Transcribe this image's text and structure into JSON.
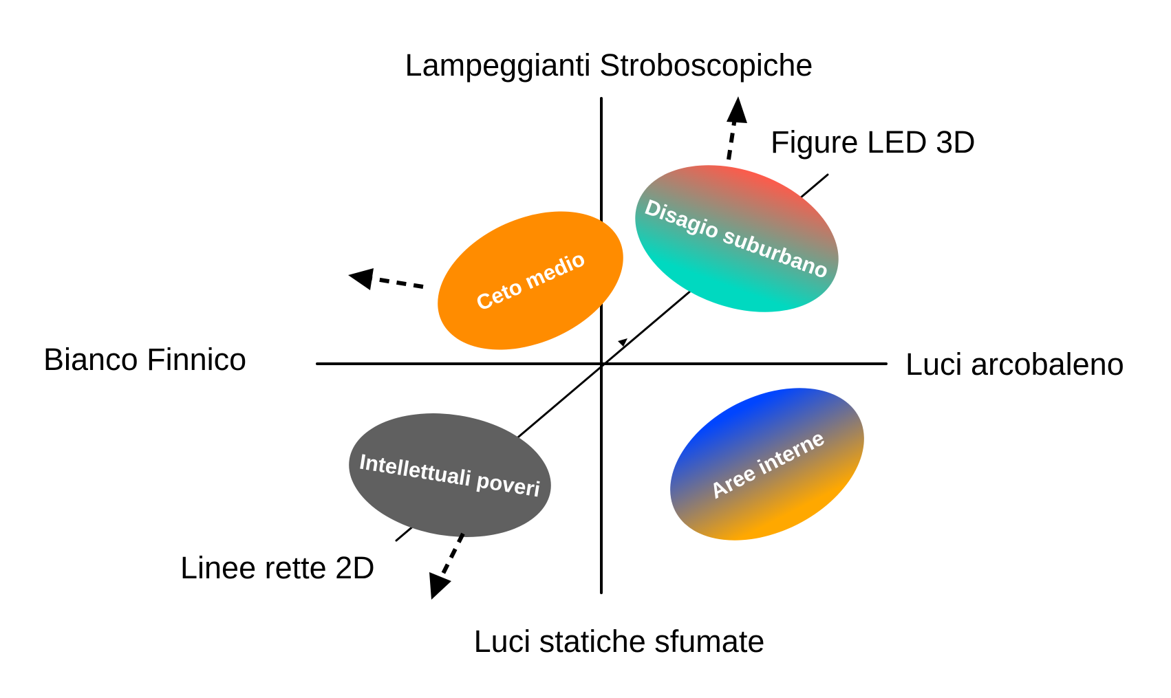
{
  "axes": {
    "top_label": "Lampeggianti Stroboscopiche",
    "bottom_label": "Luci statiche sfumate",
    "left_label": "Bianco Finnico",
    "right_label": "Luci arcobaleno",
    "depth_far_label": "Figure LED 3D",
    "depth_near_label": "Linee rette 2D"
  },
  "clusters": [
    {
      "label": "Ceto medio",
      "fill": "#FF8C00"
    },
    {
      "label": "Disagio suburbano",
      "gradient": [
        "#FF5A4A",
        "#00D9C0"
      ]
    },
    {
      "label": "Intellettuali poveri",
      "fill": "#606060"
    },
    {
      "label": "Aree interne",
      "gradient": [
        "#0045FF",
        "#FFA800"
      ]
    }
  ],
  "colors": {
    "axis": "#000000",
    "label_text": "#000000",
    "cluster_text": "#ffffff",
    "background": "#ffffff"
  }
}
